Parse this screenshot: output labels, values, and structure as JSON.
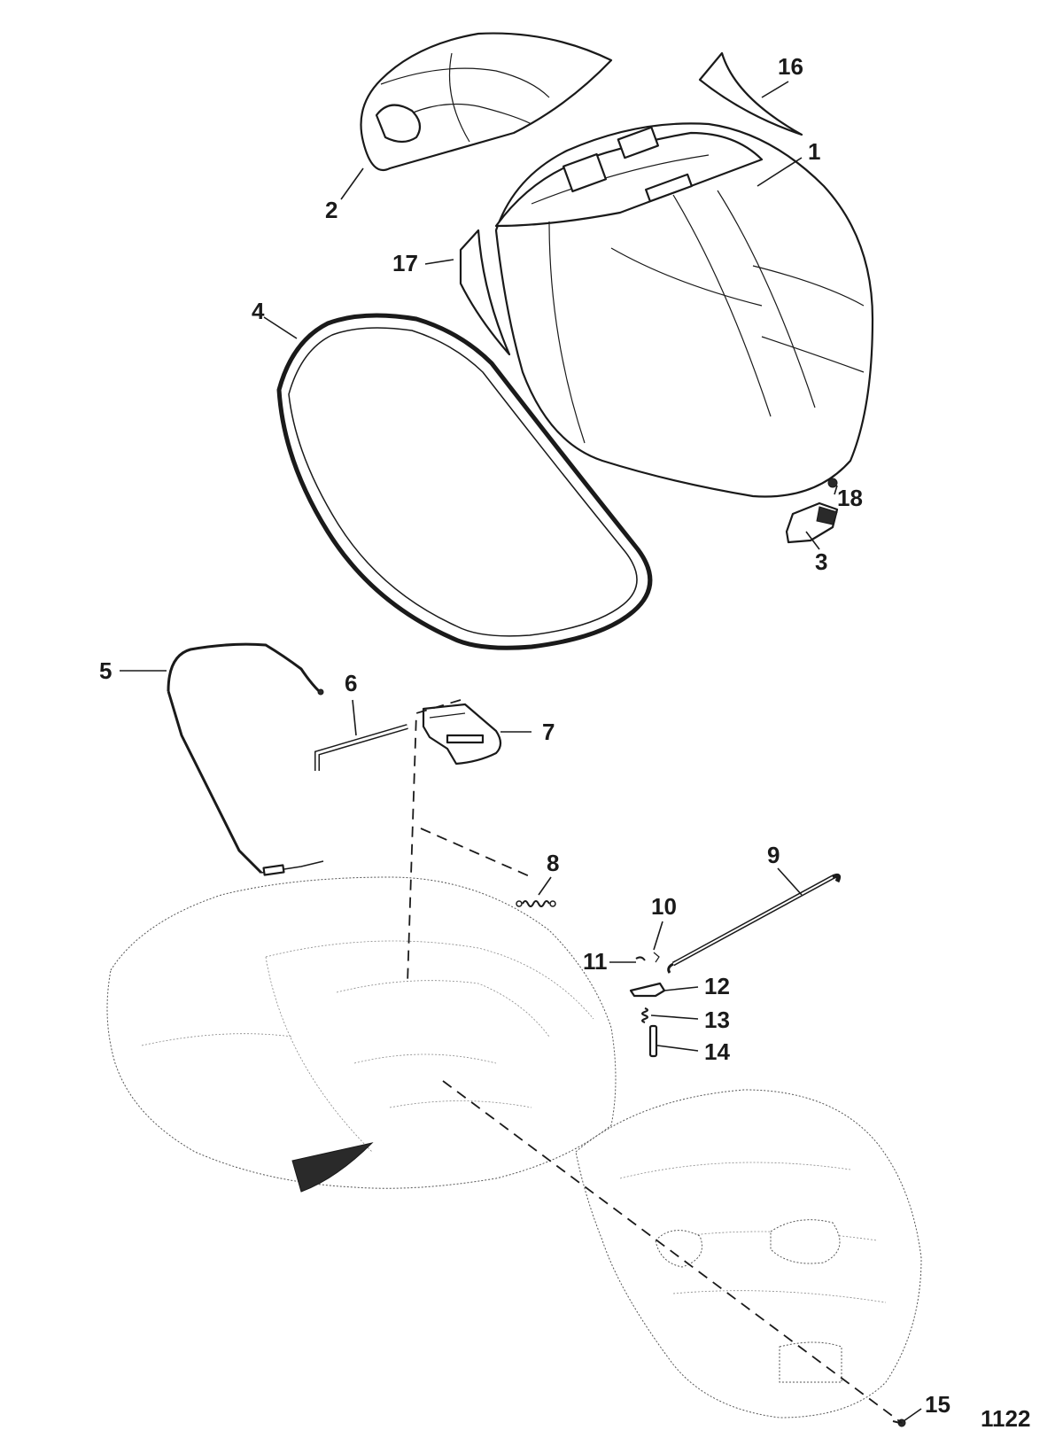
{
  "callouts": [
    {
      "id": "1",
      "text": "1"
    },
    {
      "id": "2",
      "text": "2"
    },
    {
      "id": "3",
      "text": "3"
    },
    {
      "id": "4",
      "text": "4"
    },
    {
      "id": "5",
      "text": "5"
    },
    {
      "id": "6",
      "text": "6"
    },
    {
      "id": "7",
      "text": "7"
    },
    {
      "id": "8",
      "text": "8"
    },
    {
      "id": "9",
      "text": "9"
    },
    {
      "id": "10",
      "text": "10"
    },
    {
      "id": "11",
      "text": "11"
    },
    {
      "id": "12",
      "text": "12"
    },
    {
      "id": "13",
      "text": "13"
    },
    {
      "id": "14",
      "text": "14"
    },
    {
      "id": "15",
      "text": "15"
    },
    {
      "id": "16",
      "text": "16"
    },
    {
      "id": "17",
      "text": "17"
    },
    {
      "id": "18",
      "text": "18"
    }
  ],
  "figure_number": "1122",
  "colors": {
    "line": "#1a1a1a",
    "background": "#ffffff",
    "ghost": "#555555"
  }
}
